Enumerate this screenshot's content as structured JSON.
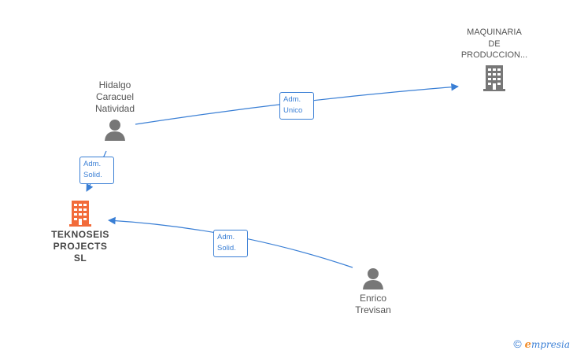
{
  "nodes": {
    "hidalgo": {
      "label": "Hidalgo\nCaracuel\nNatividad",
      "icon": "person-icon"
    },
    "maquinaria": {
      "label": "MAQUINARIA\nDE\nPRODUCCION...",
      "icon": "building-icon"
    },
    "teknoseis": {
      "label": "TEKNOSEIS\nPROJECTS\nSL",
      "icon": "building-icon"
    },
    "enrico": {
      "label": "Enrico\nTrevisan",
      "icon": "person-icon"
    }
  },
  "edges": {
    "hidalgo_maquinaria": {
      "line1": "Adm.",
      "line2": "Unico"
    },
    "hidalgo_teknoseis": {
      "line1": "Adm.",
      "line2": "Solid."
    },
    "enrico_teknoseis": {
      "line1": "Adm.",
      "line2": "Solid."
    }
  },
  "footer": {
    "copyright": "©",
    "brand_initial": "e",
    "brand_rest": "mpresia"
  },
  "colors": {
    "edge": "#3a7fd5",
    "person": "#777777",
    "company_other": "#777777",
    "company_main": "#f26b3a"
  }
}
